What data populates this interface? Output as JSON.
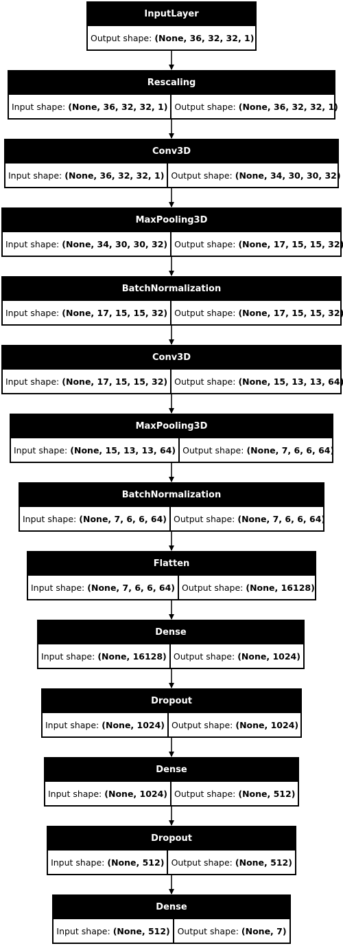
{
  "labels": {
    "input": "Input shape:",
    "output": "Output shape:"
  },
  "layers": [
    {
      "name": "InputLayer",
      "output": "(None, 36, 32, 32, 1)"
    },
    {
      "name": "Rescaling",
      "input": "(None, 36, 32, 32, 1)",
      "output": "(None, 36, 32, 32, 1)"
    },
    {
      "name": "Conv3D",
      "input": "(None, 36, 32, 32, 1)",
      "output": "(None, 34, 30, 30, 32)"
    },
    {
      "name": "MaxPooling3D",
      "input": "(None, 34, 30, 30, 32)",
      "output": "(None, 17, 15, 15, 32)"
    },
    {
      "name": "BatchNormalization",
      "input": "(None, 17, 15, 15, 32)",
      "output": "(None, 17, 15, 15, 32)"
    },
    {
      "name": "Conv3D",
      "input": "(None, 17, 15, 15, 32)",
      "output": "(None, 15, 13, 13, 64)"
    },
    {
      "name": "MaxPooling3D",
      "input": "(None, 15, 13, 13, 64)",
      "output": "(None, 7, 6, 6, 64)"
    },
    {
      "name": "BatchNormalization",
      "input": "(None, 7, 6, 6, 64)",
      "output": "(None, 7, 6, 6, 64)"
    },
    {
      "name": "Flatten",
      "input": "(None, 7, 6, 6, 64)",
      "output": "(None, 16128)"
    },
    {
      "name": "Dense",
      "input": "(None, 16128)",
      "output": "(None, 1024)"
    },
    {
      "name": "Dropout",
      "input": "(None, 1024)",
      "output": "(None, 1024)"
    },
    {
      "name": "Dense",
      "input": "(None, 1024)",
      "output": "(None, 512)"
    },
    {
      "name": "Dropout",
      "input": "(None, 512)",
      "output": "(None, 512)"
    },
    {
      "name": "Dense",
      "input": "(None, 512)",
      "output": "(None, 7)"
    }
  ]
}
